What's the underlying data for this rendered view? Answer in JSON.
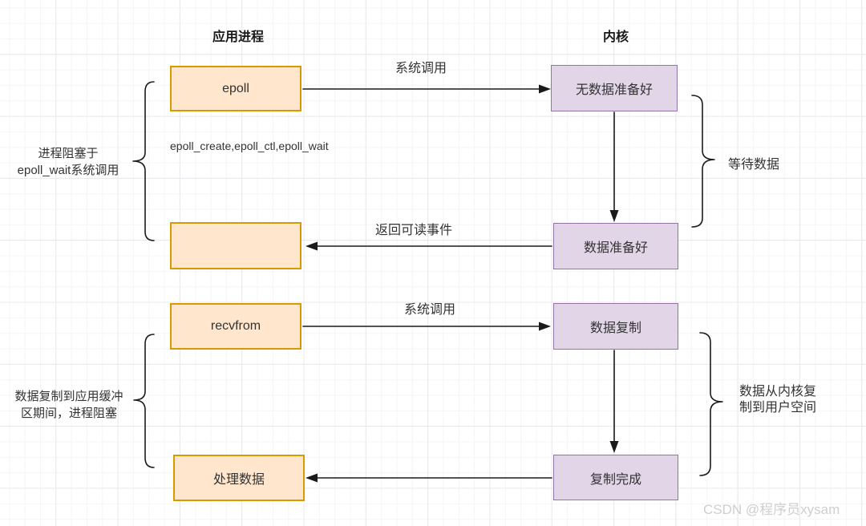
{
  "diagram": {
    "headers": {
      "app": "应用进程",
      "kernel": "内核"
    },
    "boxes": {
      "epoll": "epoll",
      "empty": "",
      "recvfrom": "recvfrom",
      "process_data": "处理数据",
      "no_data_ready": "无数据准备好",
      "data_ready": "数据准备好",
      "data_copy": "数据复制",
      "copy_done": "复制完成"
    },
    "edge_labels": {
      "syscall_top": "系统调用",
      "return_readable": "返回可读事件",
      "syscall_bottom": "系统调用"
    },
    "notes": {
      "epoll_apis": "epoll_create,epoll_ctl,epoll_wait",
      "block_on_epoll_wait": "进程阻塞于\nepoll_wait系统调用",
      "wait_for_data": "等待数据",
      "block_during_copy": "数据复制到应用缓冲\n区期间，进程阻塞",
      "copy_kernel_to_user": "数据从内核复\n制到用户空间"
    },
    "watermark": "CSDN @程序员xysam",
    "colors": {
      "app_box_fill": "#ffe6cc",
      "app_box_border": "#d79b00",
      "kernel_box_fill": "#e1d5e7",
      "kernel_box_border": "#9673a6",
      "connector": "#1a1a1a",
      "watermark": "#cfcfcf"
    }
  }
}
